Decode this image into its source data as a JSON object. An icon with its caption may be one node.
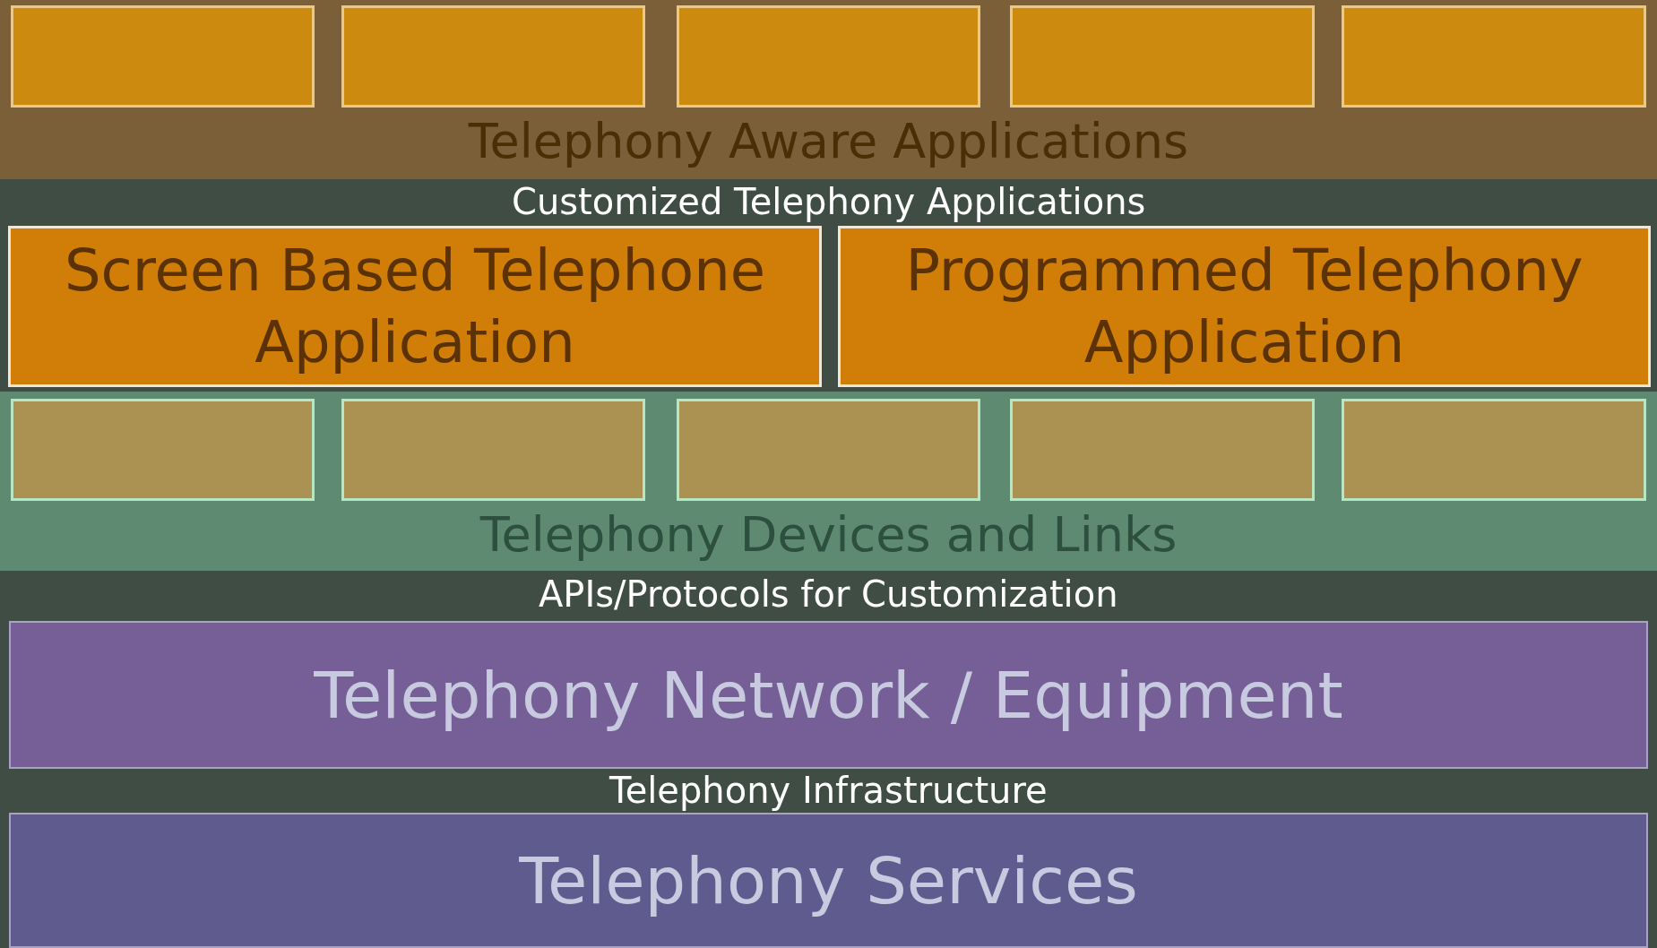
{
  "diagram": {
    "nodes": [
      {
        "text": [
          "Telephony Aware Applications"
        ]
      },
      {
        "text": [],
        "shape": "box",
        "in": 0
      },
      {
        "text": [],
        "shape": "box",
        "in": 0
      },
      {
        "text": [],
        "shape": "box",
        "in": 0
      },
      {
        "text": [],
        "shape": "box",
        "in": 0
      },
      {
        "text": [],
        "shape": "box",
        "in": 0
      },
      {
        "text": [
          "Screen Based Telephone Application"
        ]
      },
      {
        "text": [
          "Programmed Telephony Application"
        ]
      },
      {
        "text": [
          "Telephony Devices and Links"
        ]
      },
      {
        "text": [],
        "shape": "box",
        "in": 8
      },
      {
        "text": [],
        "shape": "box",
        "in": 8
      },
      {
        "text": [],
        "shape": "box",
        "in": 8
      },
      {
        "text": [],
        "shape": "box",
        "in": 8
      },
      {
        "text": [],
        "shape": "box",
        "in": 8
      },
      {
        "text": [
          "Telephony Network / Equipment"
        ]
      },
      {
        "text": [
          "Telephony Services"
        ]
      }
    ],
    "labels": [
      "Customized Telephony Applications",
      "APIs/Protocols for Customization",
      "Telephony Infrastructure"
    ]
  }
}
